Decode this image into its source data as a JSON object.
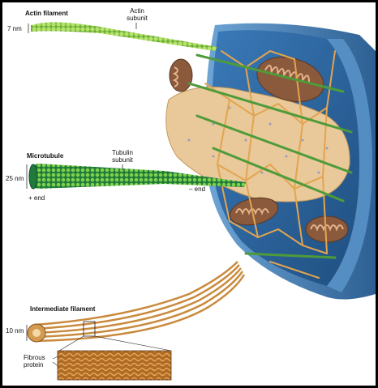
{
  "labels": {
    "actin_title": "Actin filament",
    "actin_size": "7 nm",
    "actin_subunit_line1": "Actin",
    "actin_subunit_line2": "subunit",
    "microtubule_title": "Microtubule",
    "microtubule_size": "25 nm",
    "tubulin_subunit_line1": "Tubulin",
    "tubulin_subunit_line2": "subunit",
    "plus_end": "+ end",
    "minus_end": "– end",
    "intermediate_title": "Intermediate filament",
    "intermediate_size": "10 nm",
    "fibrous_line1": "Fibrous",
    "fibrous_line2": "protein"
  },
  "colors": {
    "actin": "#9fd24a",
    "microtubule_dark": "#1f7a3c",
    "microtubule_light": "#7fd04b",
    "intermediate": "#c98a3c",
    "cell_membrane": "#2f6aa8",
    "cytoplasm": "#2a5f97",
    "nucleus": "#e9c999",
    "mitochondrion": "#8b5a3c",
    "border": "#000000"
  }
}
